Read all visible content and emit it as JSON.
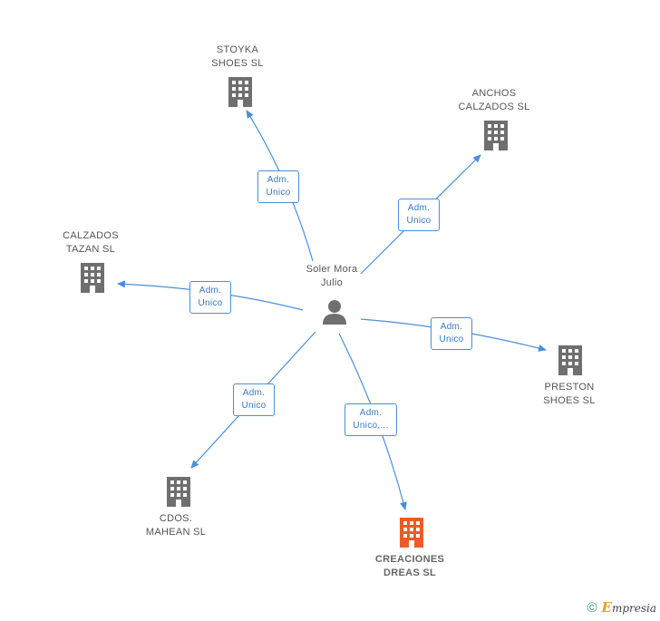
{
  "center": {
    "line1": "Soler Mora",
    "line2": "Julio"
  },
  "companies": [
    {
      "line1": "STOYKA",
      "line2": "SHOES SL",
      "highlight": false
    },
    {
      "line1": "ANCHOS",
      "line2": "CALZADOS SL",
      "highlight": false
    },
    {
      "line1": "CALZADOS",
      "line2": "TAZAN SL",
      "highlight": false
    },
    {
      "line1": "PRESTON",
      "line2": "SHOES SL",
      "highlight": false
    },
    {
      "line1": "CDOS.",
      "line2": "MAHEAN SL",
      "highlight": false
    },
    {
      "line1": "CREACIONES",
      "line2": "DREAS SL",
      "highlight": true
    }
  ],
  "edges": [
    {
      "line1": "Adm.",
      "line2": "Unico"
    },
    {
      "line1": "Adm.",
      "line2": "Unico"
    },
    {
      "line1": "Adm.",
      "line2": "Unico"
    },
    {
      "line1": "Adm.",
      "line2": "Unico"
    },
    {
      "line1": "Adm.",
      "line2": "Unico"
    },
    {
      "line1": "Adm.",
      "line2": "Unico,..."
    }
  ],
  "colors": {
    "edge": "#4a8fd9",
    "building": "#6f6f6f",
    "building_highlight": "#f05a28",
    "person": "#6f6f6f"
  },
  "footer": {
    "copyright": "©",
    "brand_initial": "E",
    "brand_rest": "mpresia"
  }
}
